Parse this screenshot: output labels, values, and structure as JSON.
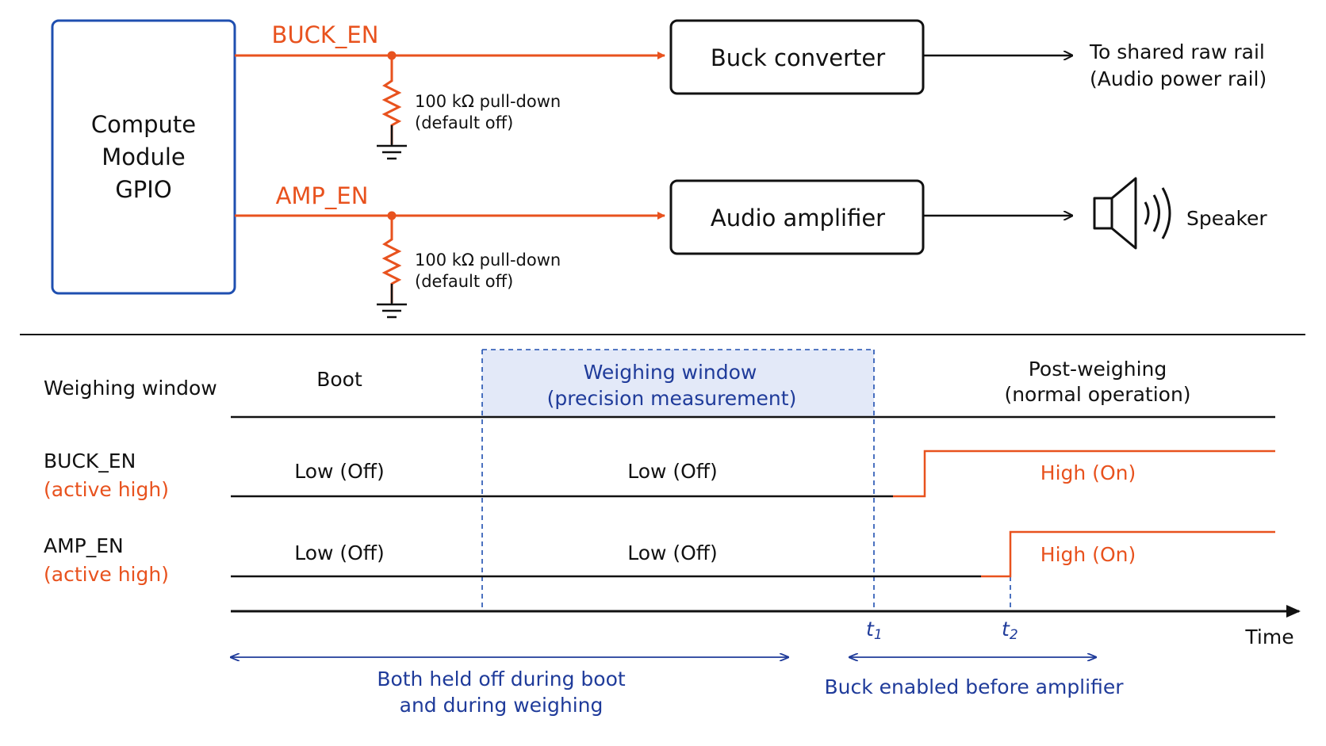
{
  "schematic": {
    "gpio_label": [
      "Compute",
      "Module",
      "GPIO"
    ],
    "buck_signal": "BUCK_EN",
    "amp_signal": "AMP_EN",
    "buck_pulldown": [
      "100 kΩ pull-down",
      "(default off)"
    ],
    "amp_pulldown": [
      "100 kΩ pull-down",
      "(default off)"
    ],
    "buck_block": "Buck converter",
    "amp_block": "Audio amplifier",
    "rail_output": [
      "To shared raw rail",
      "(Audio power rail)"
    ],
    "speaker_label": "Speaker"
  },
  "timing": {
    "rows": {
      "window": "Weighing window",
      "buck": [
        "BUCK_EN",
        "(active high)"
      ],
      "amp": [
        "AMP_EN",
        "(active high)"
      ]
    },
    "phases": {
      "boot": "Boot",
      "weighing": [
        "Weighing window",
        "(precision measurement)"
      ],
      "post": [
        "Post-weighing",
        "(normal operation)"
      ]
    },
    "states": {
      "buck_boot": "Low (Off)",
      "buck_weigh": "Low (Off)",
      "buck_post": "High (On)",
      "amp_boot": "Low (Off)",
      "amp_weigh": "Low (Off)",
      "amp_post": "High (On)"
    },
    "markers": {
      "t1": "t",
      "t1_sub": "1",
      "t2": "t",
      "t2_sub": "2"
    },
    "axis_label": "Time",
    "annotations": {
      "left": [
        "Both held off during boot",
        "and during weighing"
      ],
      "right": "Buck enabled before amplifier"
    }
  },
  "colors": {
    "signal": "#e8521e",
    "accent": "#1f3b9a",
    "highlight": "#e3e9f8",
    "box_border": "#1f4fb0",
    "line": "#111111"
  }
}
